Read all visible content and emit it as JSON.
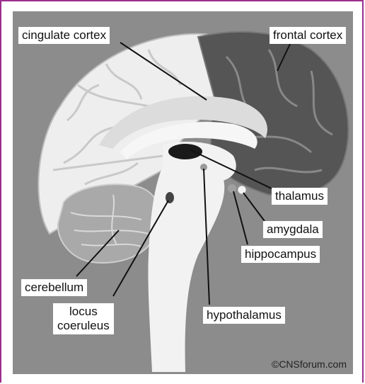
{
  "diagram": {
    "labels": {
      "cingulate_cortex": "cingulate cortex",
      "frontal_cortex": "frontal cortex",
      "thalamus": "thalamus",
      "amygdala": "amygdala",
      "hippocampus": "hippocampus",
      "cerebellum": "cerebellum",
      "locus_coeruleus_line1": "locus",
      "locus_coeruleus_line2": "coeruleus",
      "hypothalamus": "hypothalamus"
    },
    "copyright": "©CNSforum.com"
  },
  "colors": {
    "border": "#9b2d8e",
    "background": "#8c8c8c",
    "cortex": "#eeeeee",
    "frontal_cortex": "#555555",
    "thalamus": "#1a1a1a"
  }
}
